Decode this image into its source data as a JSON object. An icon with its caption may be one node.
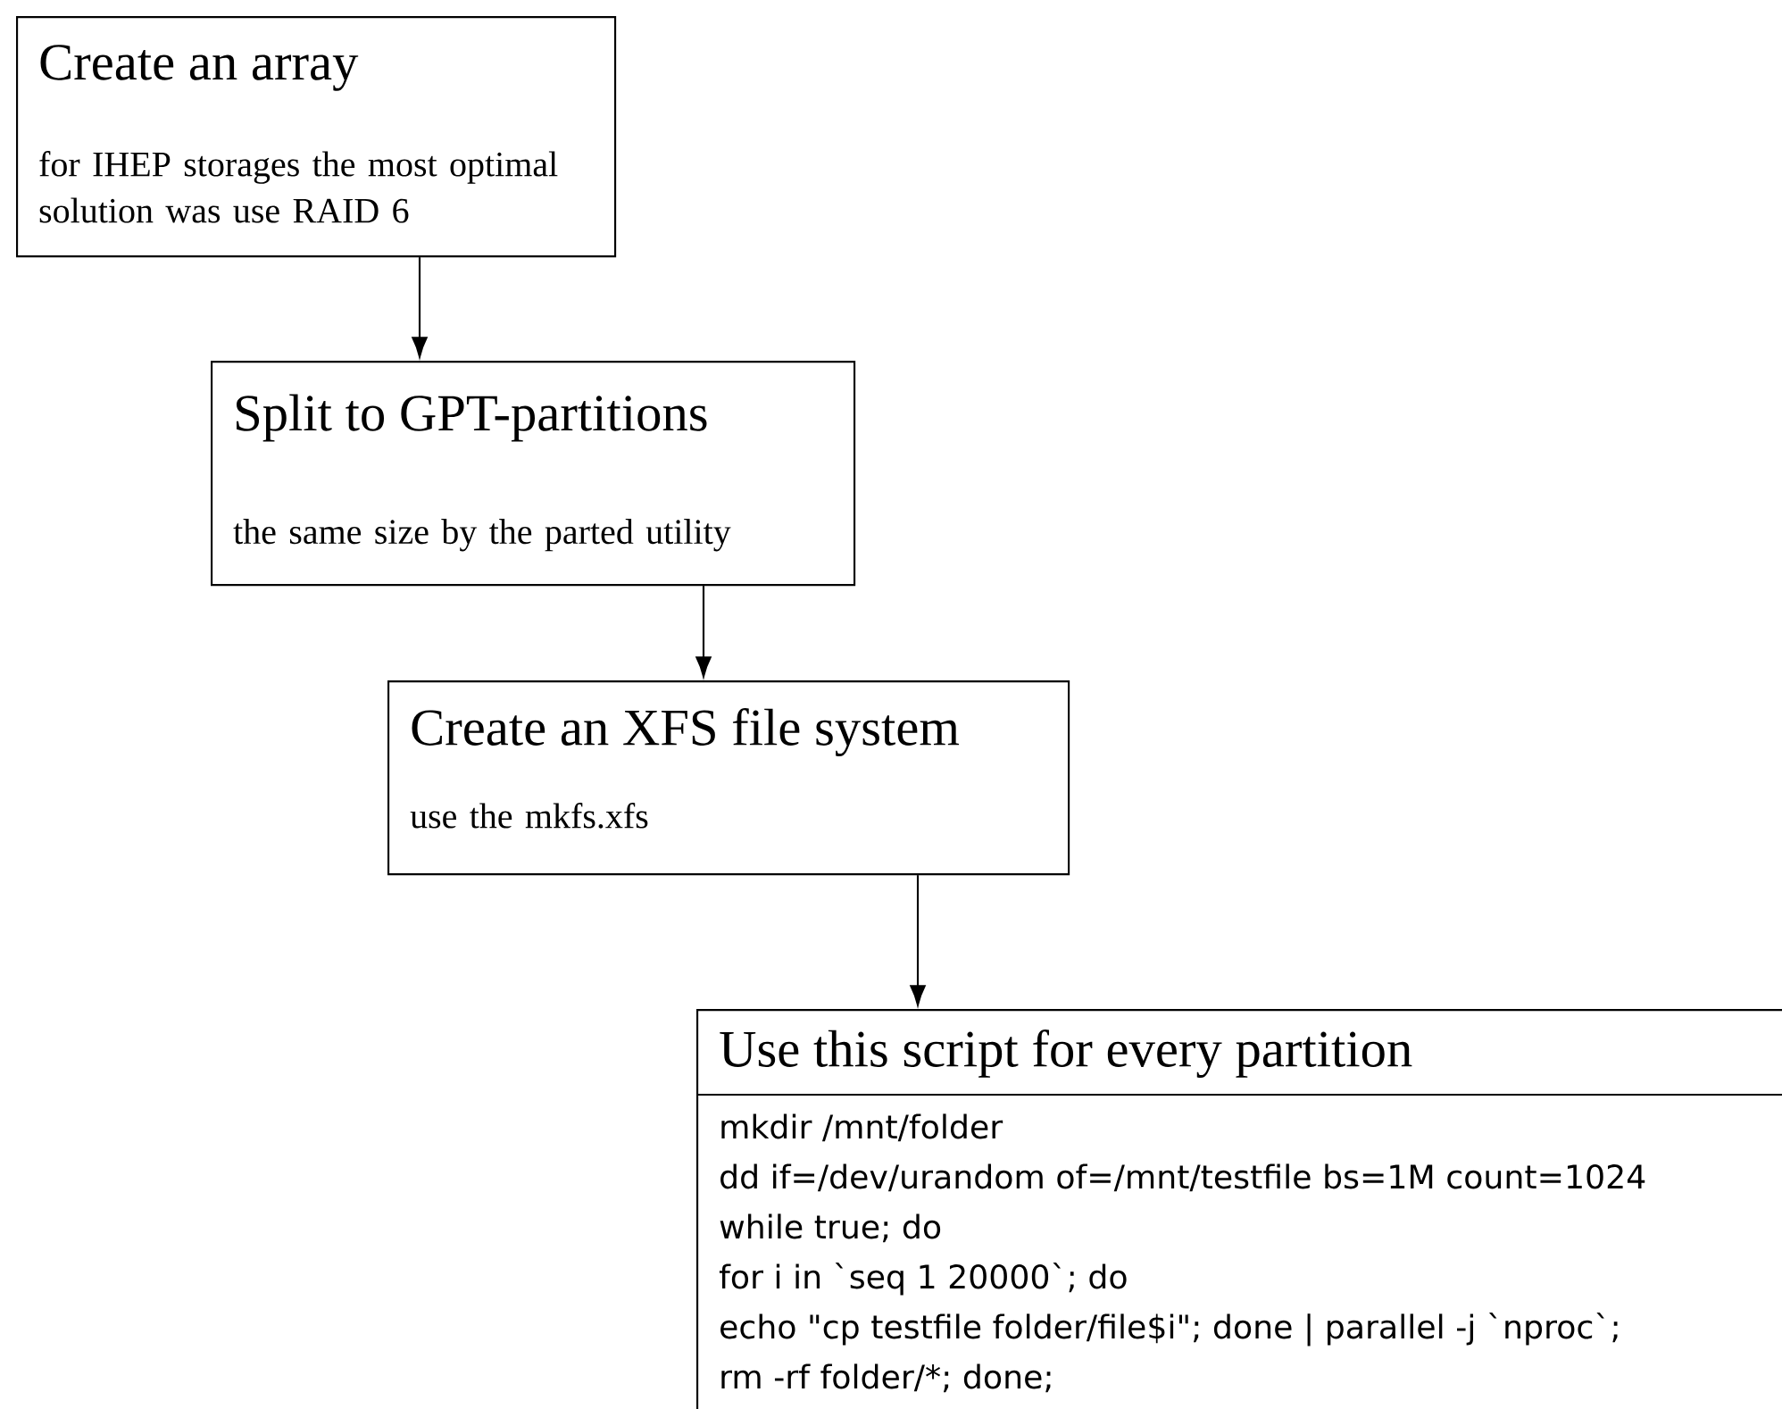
{
  "diagram": {
    "nodes": [
      {
        "text": [
          "Create an array",
          "for IHEP storages the most optimal solution was use RAID 6"
        ]
      },
      {
        "text": [
          "Split to GPT-partitions",
          "the same size by the parted utility"
        ]
      },
      {
        "text": [
          "Create an XFS file system",
          "use the mkfs.xfs"
        ]
      },
      {
        "text": [
          "Use this script for every partition",
          "mkdir /mnt/folder",
          "dd if=/dev/urandom of=/mnt/testfile bs=1M count=1024",
          "while true; do",
          "for i in `seq 1 20000`; do",
          "echo \"cp testfile folder/file$i\"; done | parallel -j `nproc`;",
          "rm -rf folder/*; done;"
        ]
      }
    ],
    "edges": [
      {
        "from": 0,
        "to": 1,
        "arrow": "to"
      },
      {
        "from": 1,
        "to": 2,
        "arrow": "to"
      },
      {
        "from": 2,
        "to": 3,
        "arrow": "to"
      }
    ]
  }
}
